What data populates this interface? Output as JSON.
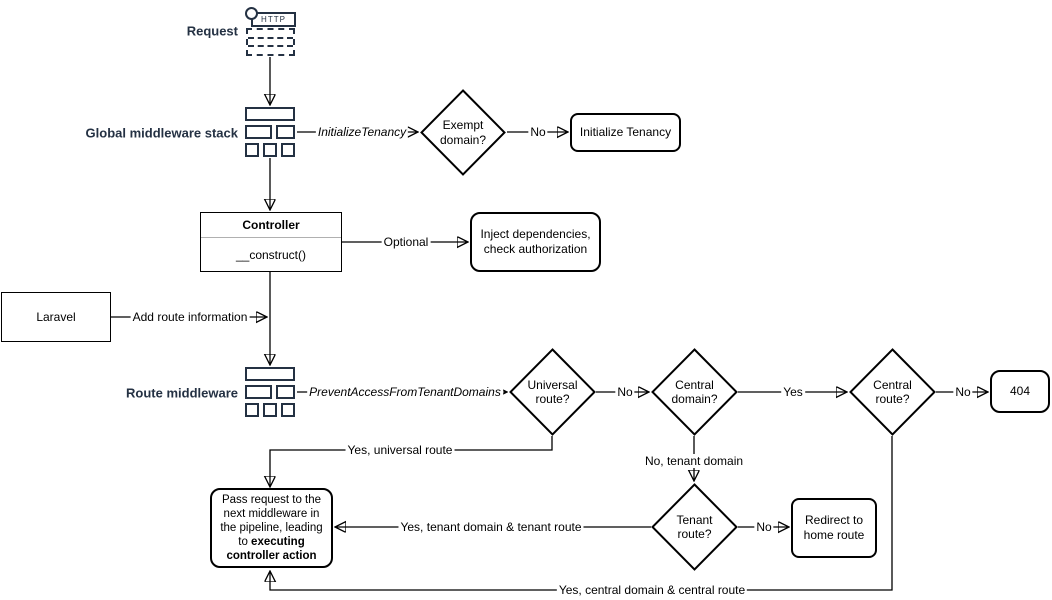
{
  "diagram": {
    "side_labels": {
      "request": "Request",
      "global_middleware": "Global middleware stack",
      "route_middleware": "Route middleware"
    },
    "icons": {
      "http_label": "HTTP"
    },
    "shapes": {
      "exempt_domain": "Exempt domain?",
      "initialize_tenancy": "Initialize Tenancy",
      "controller": {
        "title": "Controller",
        "method": "__construct()"
      },
      "inject_dependencies": "Inject dependencies, check authorization",
      "laravel": "Laravel",
      "universal_route": "Universal route?",
      "central_domain": "Central domain?",
      "central_route": "Central route?",
      "not_found": "404",
      "tenant_route": "Tenant route?",
      "redirect_home": "Redirect to home route",
      "pass_request": {
        "normal": "Pass request to the next middleware in the pipeline, leading to ",
        "bold": "executing controller action"
      }
    },
    "edge_labels": {
      "initialize_tenancy_mw": "InitializeTenancy",
      "exempt_no": "No",
      "optional": "Optional",
      "add_route_info": "Add route information",
      "prevent_access_mw": "PreventAccessFromTenantDomains",
      "universal_no": "No",
      "central_domain_yes": "Yes",
      "central_route_no": "No",
      "universal_yes": "Yes, universal route",
      "tenant_domain_no": "No, tenant domain",
      "tenant_no": "No",
      "tenant_yes": "Yes, tenant domain & tenant route",
      "central_yes": "Yes, central domain & central route"
    },
    "colors": {
      "accent_navy": "#243143",
      "shape_stroke": "#000000",
      "background": "#ffffff"
    }
  }
}
